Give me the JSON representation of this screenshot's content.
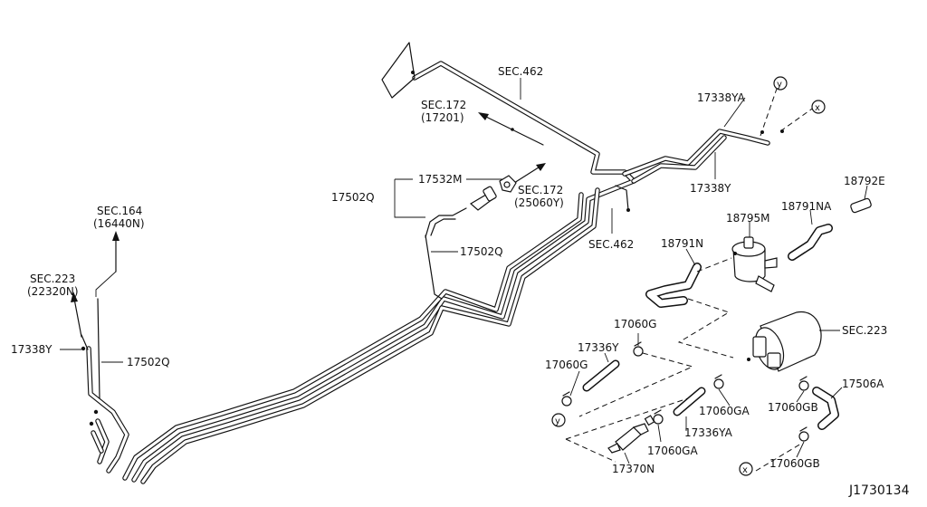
{
  "diagram": {
    "id_code": "J1730134",
    "sections": {
      "sec462_top": "SEC.462",
      "sec462_mid": "SEC.462",
      "sec172_a": "SEC.172",
      "sec172_a_sub": "(17201)",
      "sec172_b": "SEC.172",
      "sec172_b_sub": "(25060Y)",
      "sec164": "SEC.164",
      "sec164_sub": "(16440N)",
      "sec223_left": "SEC.223",
      "sec223_left_sub": "(22320N)",
      "sec223_right": "SEC.223"
    },
    "parts": {
      "p17338YA": "17338YA",
      "p17338Y_right": "17338Y",
      "p17338Y_left": "17338Y",
      "p18792E": "18792E",
      "p18791NA": "18791NA",
      "p18795M": "18795M",
      "p18791N": "18791N",
      "p17532M": "17532M",
      "p17502Q_a": "17502Q",
      "p17502Q_b": "17502Q",
      "p17502Q_c": "17502Q",
      "p17060G_a": "17060G",
      "p17060G_b": "17060G",
      "p17336Y": "17336Y",
      "p17336YA": "17336YA",
      "p17060GA_a": "17060GA",
      "p17060GA_b": "17060GA",
      "p17060GB_a": "17060GB",
      "p17060GB_b": "17060GB",
      "p17506A": "17506A",
      "p17370N": "17370N"
    },
    "markers": {
      "y_top": "y",
      "x_top": "x",
      "y_bottom": "y",
      "x_bottom": "x"
    }
  }
}
